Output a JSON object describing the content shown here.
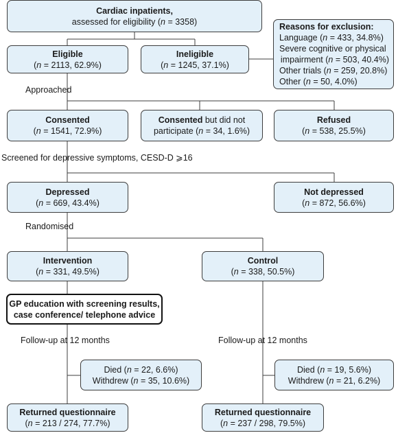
{
  "boxes": {
    "assessed": {
      "title": "Cardiac inpatients,",
      "prefix": "assessed for eligibility (",
      "n": "n",
      "rest": " = 3358)"
    },
    "eligible": {
      "title": "Eligible",
      "rest": " = 2113, 62.9%)"
    },
    "ineligible": {
      "title": "Ineligible",
      "rest": " = 1245, 37.1%)"
    },
    "exclusion": {
      "title": "Reasons for exclusion:",
      "items": [
        {
          "label": "Language (",
          "rest": " = 433, 34.8%)"
        },
        {
          "label": "Severe cognitive or physical",
          "cont": "impairment (",
          "rest": " = 503, 40.4%)"
        },
        {
          "label": "Other trials (",
          "rest": " = 259, 20.8%)"
        },
        {
          "label": "Other (",
          "rest": " = 50, 4.0%)"
        }
      ]
    },
    "consented": {
      "title": "Consented",
      "rest": " = 1541, 72.9%)"
    },
    "consented_np": {
      "title": "Consented",
      "title_rest": " but did not",
      "line2": "participate (",
      "rest": " = 34, 1.6%)"
    },
    "refused": {
      "title": "Refused",
      "rest": " = 538, 25.5%)"
    },
    "depressed": {
      "title": "Depressed",
      "rest": " = 669, 43.4%)"
    },
    "not_depressed": {
      "title": "Not depressed",
      "rest": " = 872, 56.6%)"
    },
    "intervention": {
      "title": "Intervention",
      "rest": " = 331, 49.5%)"
    },
    "control": {
      "title": "Control",
      "rest": " = 338, 50.5%)"
    },
    "gp": {
      "line1": "GP education with screening results,",
      "line2": "case conference/ telephone advice"
    },
    "died_int": {
      "line1_a": "Died (",
      "line1_b": " = 22, 6.6%)",
      "line2": "Withdrew (",
      "line2_b": " = 35, 10.6%)"
    },
    "died_ctl": {
      "line1_a": "Died (",
      "line1_b": " = 19, 5.6%)",
      "line2": "Withdrew = 21, 6.2%)",
      "line2_a": "Withdrew (",
      "line2_b": " = 21, 6.2%)"
    },
    "returned_int": {
      "title": "Returned questionnaire",
      "rest": " = 213 / 274, 77.7%)"
    },
    "returned_ctl": {
      "title": "Returned questionnaire",
      "rest": " = 237 / 298, 79.5%)"
    }
  },
  "labels": {
    "approached": "Approached",
    "screened": "Screened for depressive symptoms, CESD-D ⩾16",
    "randomised": "Randomised",
    "followup_int": "Follow-up at 12 months",
    "followup_ctl": "Follow-up at 12 months"
  },
  "n": "n",
  "open": "("
}
